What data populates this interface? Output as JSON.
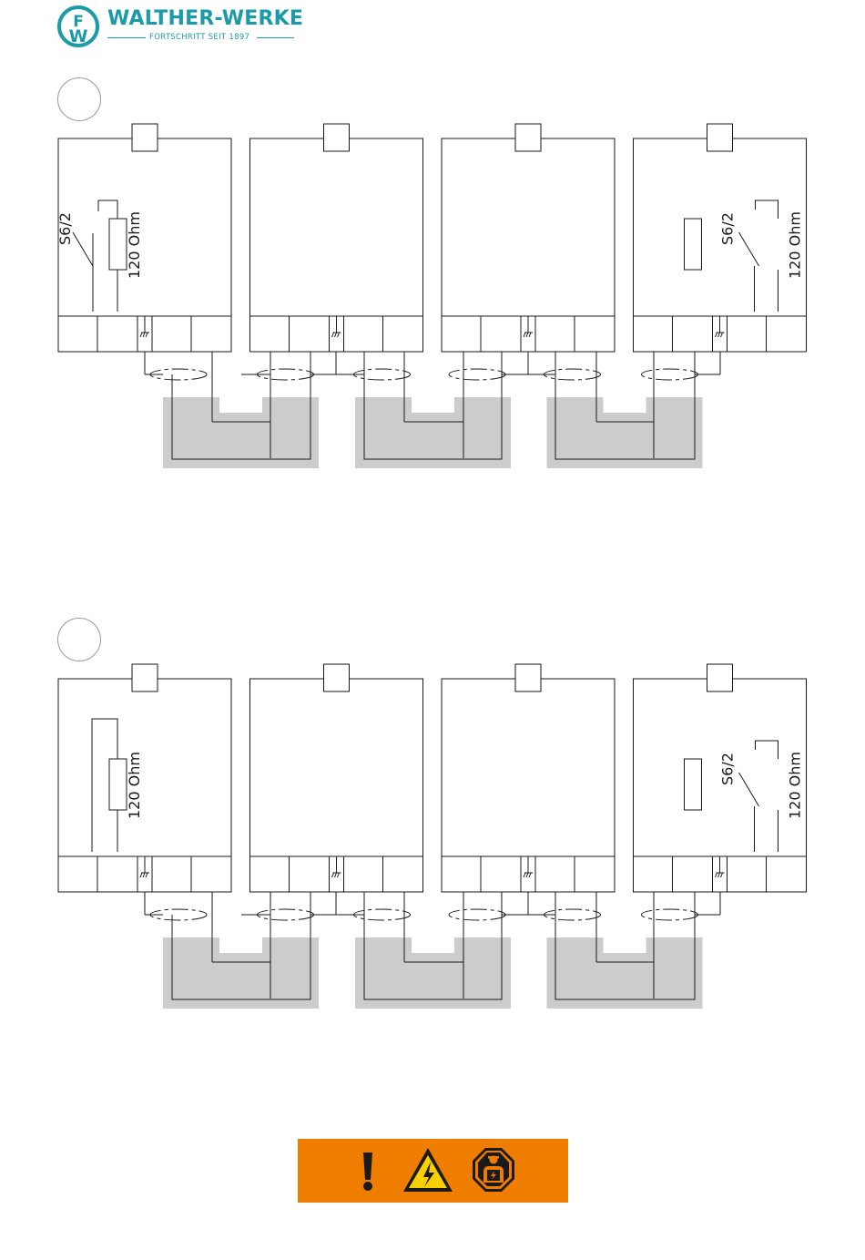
{
  "brand": {
    "name": "WALTHER-WERKE",
    "tagline": "FORTSCHRITT SEIT 1897",
    "logo_text": "FW",
    "color": "#1b9aaa"
  },
  "diagrams": [
    {
      "modules": [
        {
          "switch_label": "S6/2",
          "resistor_label": "120 Ohm"
        },
        {},
        {},
        {
          "switch_label": "S6/2",
          "resistor_label": "120 Ohm"
        }
      ]
    },
    {
      "modules": [
        {
          "resistor_label": "120 Ohm"
        },
        {},
        {},
        {
          "switch_label": "S6/2",
          "resistor_label": "120 Ohm"
        }
      ]
    }
  ],
  "warning": {
    "background": "#ee7d00",
    "icons": [
      "exclamation-icon",
      "electrical-hazard-icon",
      "electrician-icon"
    ]
  }
}
